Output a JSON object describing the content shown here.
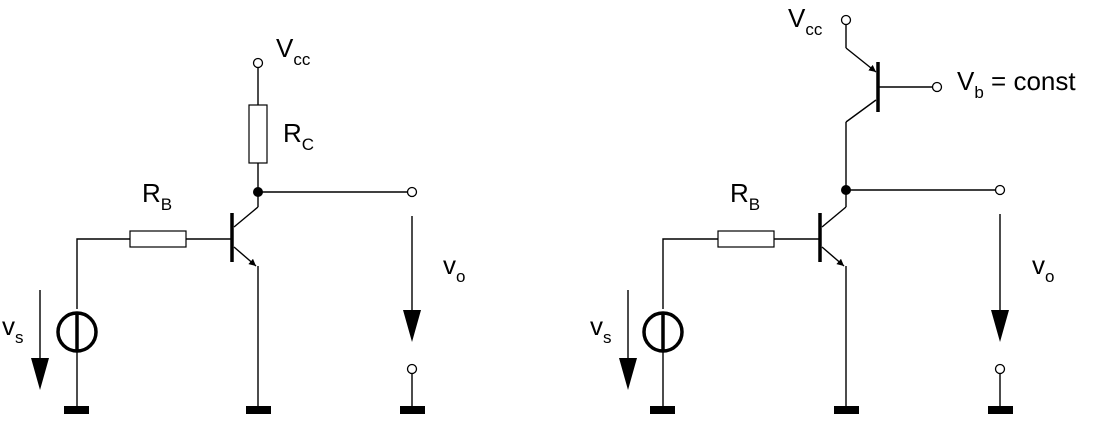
{
  "left_circuit": {
    "supply": {
      "main": "V",
      "sub": "cc"
    },
    "collector_resistor": {
      "main": "R",
      "sub": "C"
    },
    "base_resistor": {
      "main": "R",
      "sub": "B"
    },
    "output": {
      "main": "v",
      "sub": "o"
    },
    "source": {
      "main": "v",
      "sub": "s"
    }
  },
  "right_circuit": {
    "supply": {
      "main": "V",
      "sub": "cc"
    },
    "bias": {
      "main": "V",
      "sub": "b",
      "suffix": " = const"
    },
    "base_resistor": {
      "main": "R",
      "sub": "B"
    },
    "output": {
      "main": "v",
      "sub": "o"
    },
    "source": {
      "main": "v",
      "sub": "s"
    }
  }
}
